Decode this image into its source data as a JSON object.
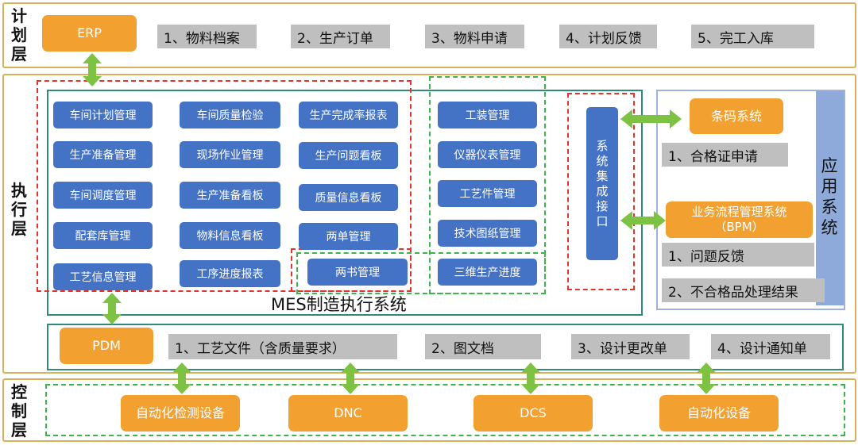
{
  "layers": {
    "plan": "计划层",
    "exec": "执行层",
    "control": "控制层"
  },
  "plan": {
    "erp": "ERP",
    "items": [
      "1、物料档案",
      "2、生产订单",
      "3、物料申请",
      "4、计划反馈",
      "5、完工入库"
    ]
  },
  "mes": {
    "title": "MES制造执行系统",
    "col1": [
      "车间计划管理",
      "生产准备管理",
      "车间调度管理",
      "配套库管理",
      "工艺信息管理"
    ],
    "col2": [
      "车间质量检验",
      "现场作业管理",
      "生产准备看板",
      "物料信息看板",
      "工序进度报表"
    ],
    "col3": [
      "生产完成率报表",
      "生产问题看板",
      "质量信息看板",
      "两单管理",
      "两书管理"
    ],
    "col4": [
      "工装管理",
      "仪器仪表管理",
      "工艺件管理",
      "技术图纸管理",
      "三维生产进度"
    ],
    "interface": "系统集成接口"
  },
  "app": {
    "label": "应用系统",
    "barcode": "条码系统",
    "barcode_item": "1、合格证申请",
    "bpm_line1": "业务流程管理系统",
    "bpm_line2": "（BPM）",
    "bpm_items": [
      "1、问题反馈",
      "2、不合格品处理结果"
    ]
  },
  "pdm": {
    "name": "PDM",
    "items": [
      "1、工艺文件（含质量要求）",
      "2、图文档",
      "3、设计更改单",
      "4、设计通知单"
    ]
  },
  "control": {
    "items": [
      "自动化检测设备",
      "DNC",
      "DCS",
      "自动化设备"
    ]
  },
  "colors": {
    "orange": "#f2a030",
    "blue": "#4472c4",
    "gray": "#bfbfbf",
    "arrow": "#7dc243",
    "layer_border": "#d9b15a",
    "red": "#e0342f",
    "green": "#3cb44b",
    "teal": "#2e8b7a"
  }
}
